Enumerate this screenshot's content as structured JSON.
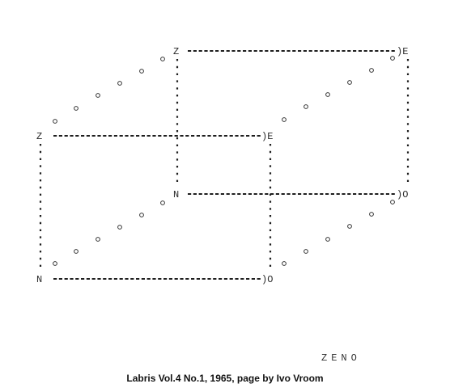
{
  "poem": {
    "letters": {
      "front_top_left": "Z",
      "front_top_right": ")E",
      "front_bottom_left": "N",
      "front_bottom_right": ")O",
      "back_top_left": "Z",
      "back_top_right": ")E",
      "back_bottom_left": "N",
      "back_bottom_right": ")O"
    },
    "signature": "ZENO"
  },
  "caption": {
    "text": "Labris Vol.4 No.1, 1965, page by Ivo Vroom"
  },
  "colors": {
    "background": "#ffffff",
    "ink": "#1e1e1e"
  }
}
